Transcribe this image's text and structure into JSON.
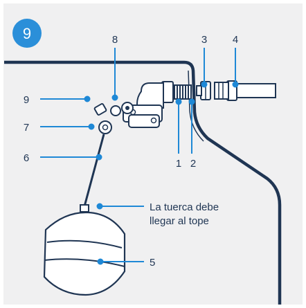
{
  "step_badge": "9",
  "labels": {
    "n1": "1",
    "n2": "2",
    "n3": "3",
    "n4": "4",
    "n5": "5",
    "n6": "6",
    "n7": "7",
    "n8": "8",
    "n9": "9"
  },
  "note": {
    "line1": "La tuerca debe",
    "line2": "llegar al tope"
  },
  "colors": {
    "panel": "#f0f0f1",
    "ink": "#1f3553",
    "accent": "#1e88d6",
    "badge": "#2b8fd9"
  },
  "icons": [
    "float-valve",
    "float-ball",
    "tank-wall"
  ]
}
